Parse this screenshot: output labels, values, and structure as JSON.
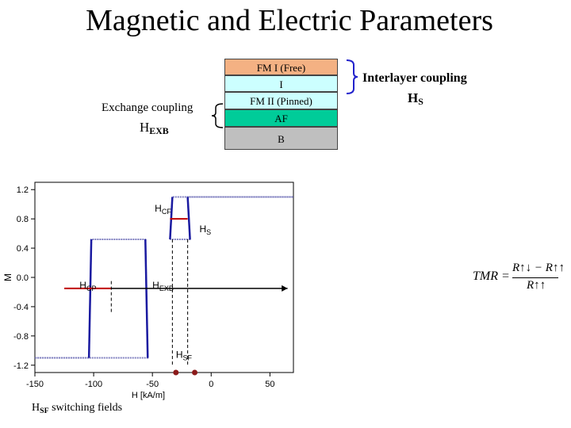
{
  "title": "Magnetic and Electric Parameters",
  "layers": [
    {
      "label": "FM I (Free)",
      "color": "#f4b183"
    },
    {
      "label": "I",
      "color": "#ccffff"
    },
    {
      "label": "FM II (Pinned)",
      "color": "#ccffff"
    },
    {
      "label": "AF",
      "color": "#00cc99"
    },
    {
      "label": "B",
      "color": "#bfbfbf"
    }
  ],
  "exchange": {
    "text": "Exchange coupling",
    "symbol": "H",
    "sub": "EXB"
  },
  "interlayer": {
    "text": "Interlayer coupling",
    "symbol": "H",
    "sub": "S"
  },
  "footer": {
    "symbol": "H",
    "sub": "SF",
    "text": " switching fields"
  },
  "formula": {
    "lhs": "TMR =",
    "num": "R↑↓ − R↑↑",
    "den": "R↑↑"
  },
  "chart_data": {
    "type": "line",
    "xlabel": "H [kA/m]",
    "ylabel": "M",
    "xlim": [
      -150,
      70
    ],
    "ylim": [
      -1.3,
      1.3
    ],
    "xticks": [
      -150,
      -100,
      -50,
      0,
      50
    ],
    "yticks": [
      1.2,
      0.8,
      0.4,
      0.0,
      -0.4,
      -0.8,
      -1.2
    ],
    "series": [
      {
        "values": [
          [
            -150,
            -1.1
          ],
          [
            -104,
            -1.1
          ],
          [
            -102,
            0.52
          ],
          [
            -56,
            0.52
          ],
          [
            -54,
            -1.1
          ],
          [
            -150,
            -1.1
          ]
        ]
      },
      {
        "values": [
          [
            -35,
            0.52
          ],
          [
            -33,
            1.1
          ],
          [
            70,
            1.1
          ],
          [
            -20,
            1.1
          ],
          [
            -18,
            0.52
          ],
          [
            -35,
            0.52
          ]
        ]
      }
    ],
    "annotations": [
      {
        "symbol": "H",
        "sub": "CF",
        "x": -48,
        "y": 0.9
      },
      {
        "symbol": "H",
        "sub": "S",
        "x": -10,
        "y": 0.62
      },
      {
        "symbol": "H",
        "sub": "CP",
        "x": -112,
        "y": -0.15
      },
      {
        "symbol": "H",
        "sub": "EXB",
        "x": -50,
        "y": -0.15
      },
      {
        "symbol": "H",
        "sub": "SF",
        "x": -30,
        "y": -1.1
      }
    ],
    "sf_points": [
      -30,
      -14
    ]
  }
}
